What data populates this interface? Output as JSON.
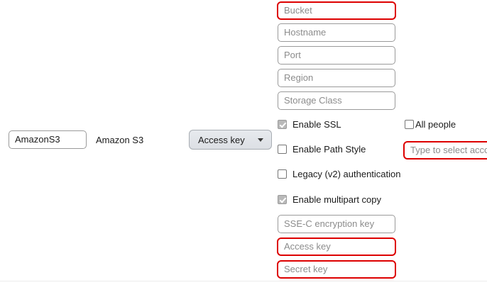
{
  "colors": {
    "error_border": "#dd0000",
    "normal_border": "#9a9a9a",
    "placeholder_text": "#8c8c8c",
    "value_text": "#1b1b1b",
    "dropdown_fill": "#dfe2e7",
    "divider": "#ececec"
  },
  "profile": {
    "name_input": {
      "value": "AmazonS3",
      "placeholder": ""
    },
    "protocol_label": "Amazon S3"
  },
  "credentials_dropdown": {
    "selected": "Access key",
    "chevron": "chevron-down-icon"
  },
  "connection_fields": [
    {
      "placeholder": "Bucket",
      "value": "",
      "invalid": true
    },
    {
      "placeholder": "Hostname",
      "value": "",
      "invalid": false
    },
    {
      "placeholder": "Port",
      "value": "",
      "invalid": false
    },
    {
      "placeholder": "Region",
      "value": "",
      "invalid": false
    },
    {
      "placeholder": "Storage Class",
      "value": "",
      "invalid": false
    }
  ],
  "options": [
    {
      "label": "Enable SSL",
      "checked": true
    },
    {
      "label": "Enable Path Style",
      "checked": false
    },
    {
      "label": "Legacy (v2) authentication",
      "checked": false
    },
    {
      "label": "Enable multipart copy",
      "checked": true
    }
  ],
  "key_fields": [
    {
      "placeholder": "SSE-C encryption key",
      "value": "",
      "invalid": false
    },
    {
      "placeholder": "Access key",
      "value": "",
      "invalid": true
    },
    {
      "placeholder": "Secret key",
      "value": "",
      "invalid": true
    }
  ],
  "permissions": {
    "all_people": {
      "label": "All people",
      "checked": false
    },
    "account_input": {
      "placeholder": "Type to select acco",
      "value": "",
      "invalid": true
    }
  }
}
